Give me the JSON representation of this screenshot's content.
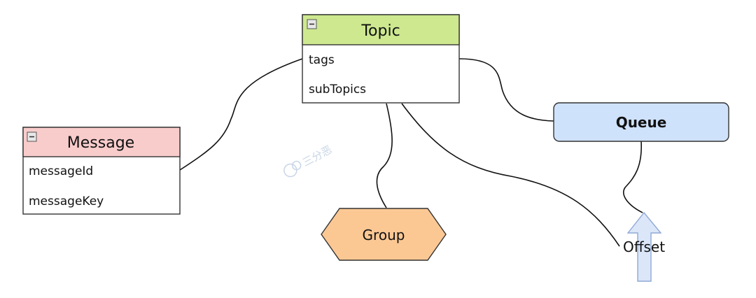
{
  "entities": {
    "topic": {
      "title": "Topic",
      "fields": [
        "tags",
        "subTopics"
      ],
      "header_color": "#cde88f"
    },
    "message": {
      "title": "Message",
      "fields": [
        "messageId",
        "messageKey"
      ],
      "header_color": "#f9cccc"
    }
  },
  "nodes": {
    "queue": {
      "label": "Queue",
      "color": "#cfe2fb"
    },
    "group": {
      "label": "Group",
      "color": "#fbc894"
    },
    "offset": {
      "label": "Offset",
      "arrow_color": "#dbe6f8"
    }
  },
  "watermark": {
    "text": "三分恶"
  },
  "colors": {
    "line": "#111111",
    "border": "#333333"
  }
}
